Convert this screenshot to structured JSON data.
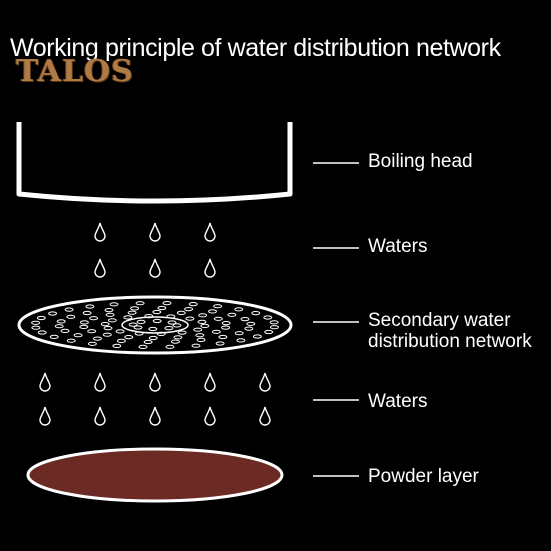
{
  "title": "Working principle of water distribution network",
  "brand": "TALOS",
  "labels": {
    "boiling_head": "Boiling head",
    "waters_upper": "Waters",
    "network_line1": "Secondary water",
    "network_line2": "distribution network",
    "waters_lower": "Waters",
    "powder_layer": "Powder layer"
  },
  "colors": {
    "background": "#000000",
    "line": "#ffffff",
    "powder": "#6b2a24",
    "brand": "#b07a45"
  }
}
